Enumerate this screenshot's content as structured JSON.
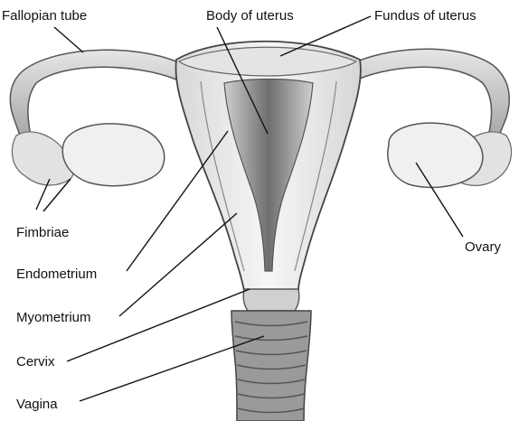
{
  "labels": {
    "fallopian_tube": "Fallopian tube",
    "body_of_uterus": "Body of uterus",
    "fundus_of_uterus": "Fundus of uterus",
    "fimbriae": "Fimbriae",
    "ovary": "Ovary",
    "endometrium": "Endometrium",
    "myometrium": "Myometrium",
    "cervix": "Cervix",
    "vagina": "Vagina"
  },
  "colors": {
    "line": "#111111",
    "tissue_light": "#eeeeee",
    "tissue_mid": "#cfcfcf",
    "tissue_dark": "#7a7a7a",
    "outline": "#555555"
  }
}
